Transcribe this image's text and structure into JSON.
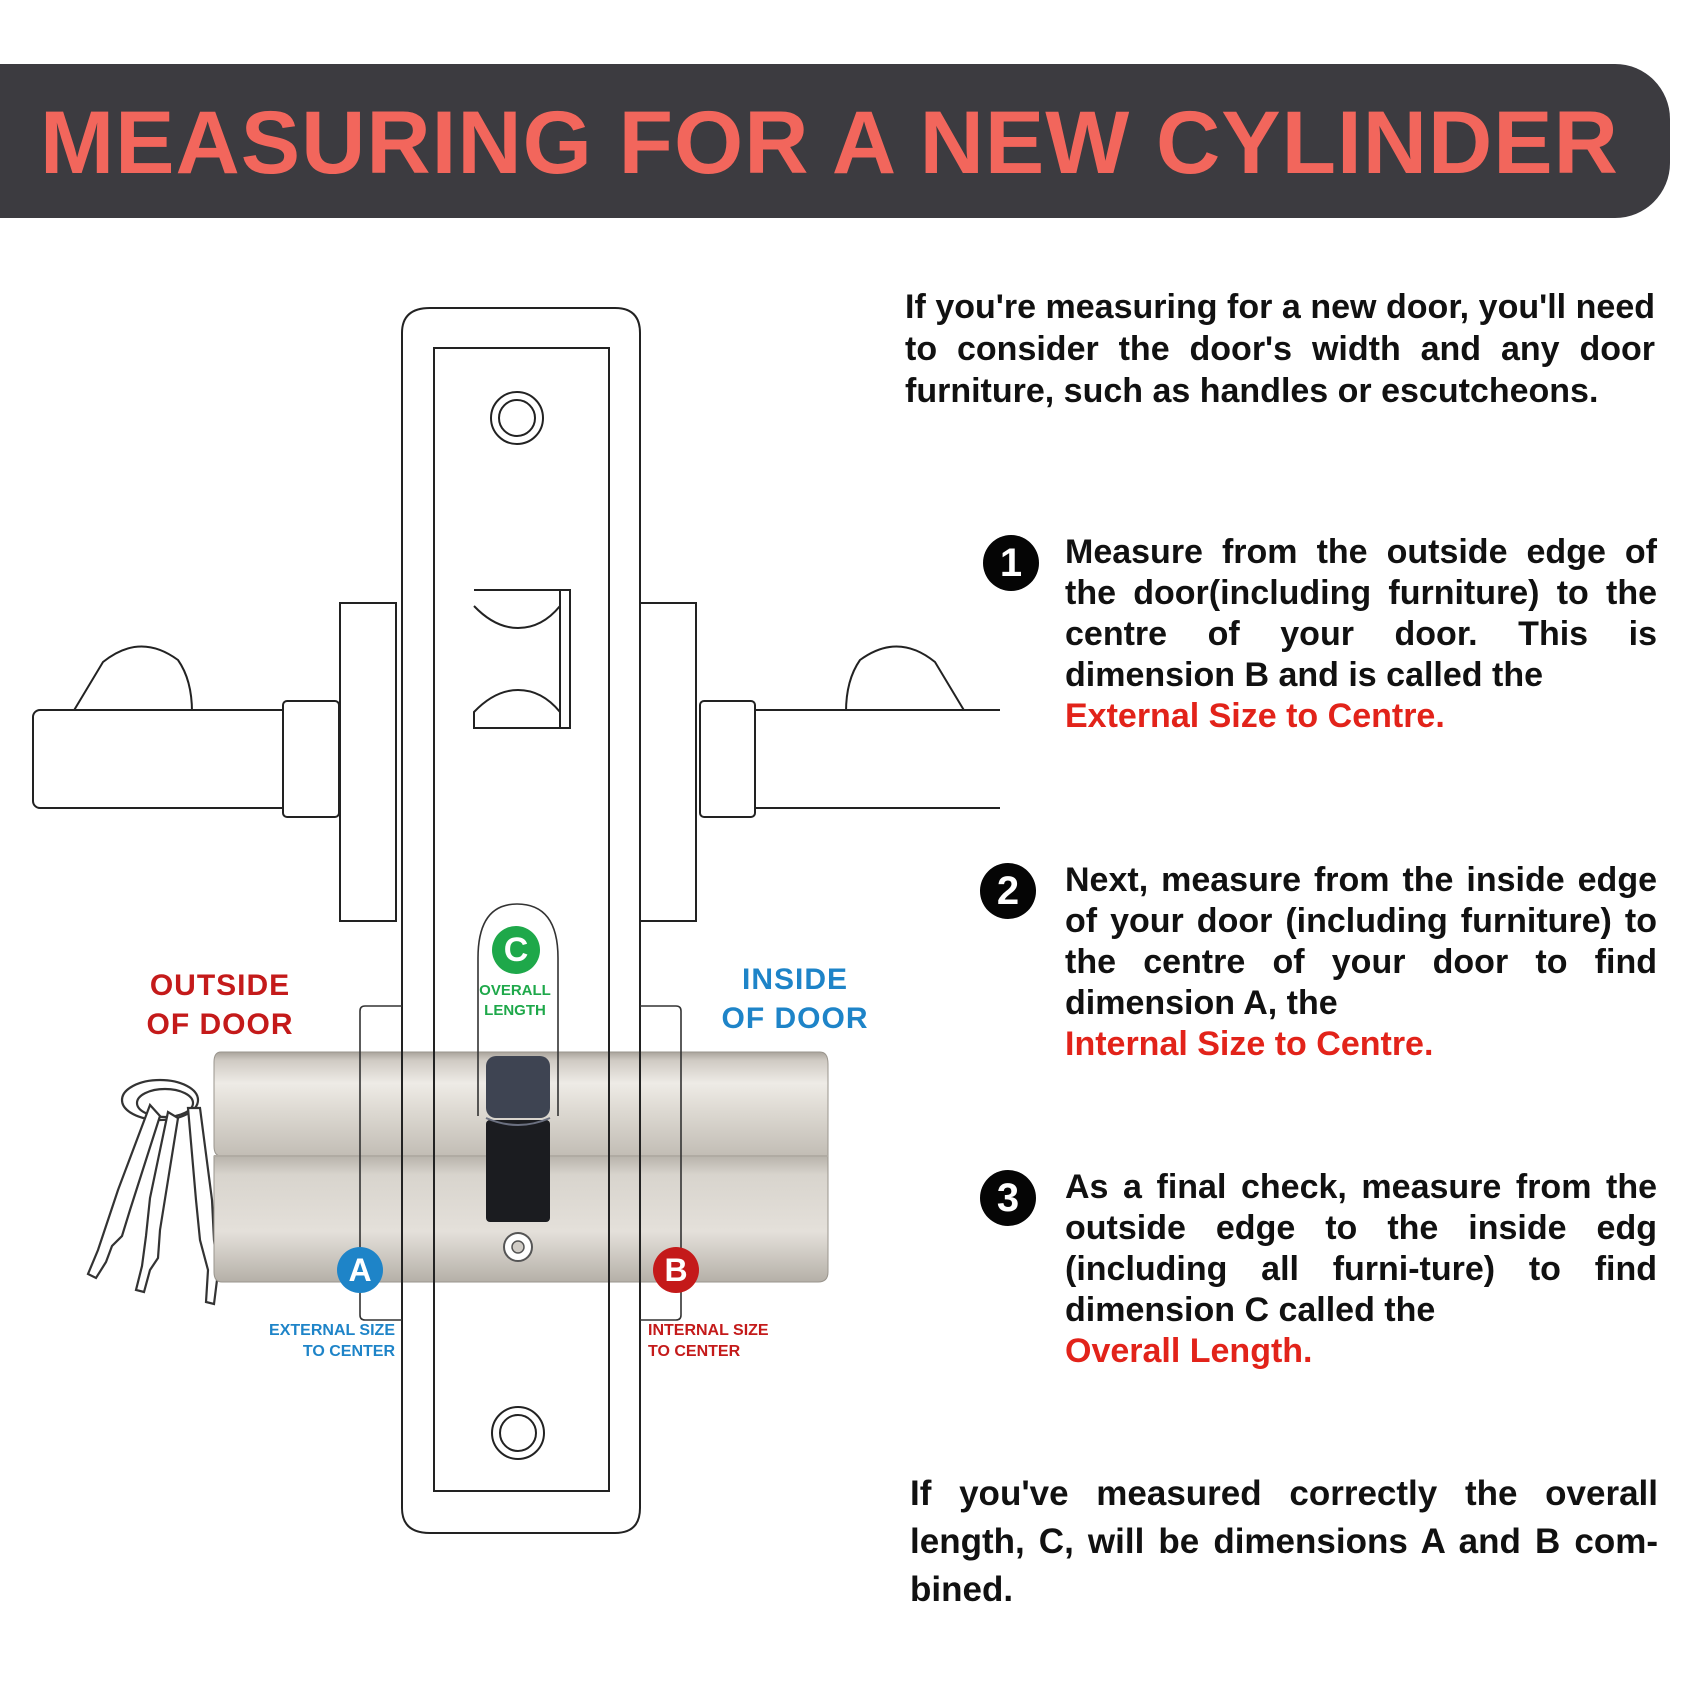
{
  "header": {
    "title": "MEASURING FOR A NEW CYLINDER"
  },
  "colors": {
    "banner_bg": "#3c3b40",
    "title": "#f2665c",
    "highlight_red": "#e2231a",
    "label_blue": "#1e84c8",
    "label_red": "#c41a1a",
    "label_green": "#1ea84a"
  },
  "intro": "If you're measuring for a new door, you'll need to consider the door's width and any door furniture, such as handles or escutcheons.",
  "steps": [
    {
      "number": "1",
      "text": "Measure from the outside edge of the door(including furniture) to the centre of your door. This is dimension B and is called the",
      "term": "External Size to Centre."
    },
    {
      "number": "2",
      "text": "Next, measure from the inside edge of your door (including furniture) to the centre of your door to find dimension A, the",
      "term": "Internal Size to Centre."
    },
    {
      "number": "3",
      "text": "As a final check, measure from the outside edge to the inside edg (including all furni-ture) to find dimension C called the",
      "term": "Overall Length."
    }
  ],
  "closing": "If you've measured correctly the overall length, C, will be dimensions A and B com- bined.",
  "diagram": {
    "outside_label": [
      "OUTSIDE",
      "OF DOOR"
    ],
    "inside_label": [
      "INSIDE",
      "OF DOOR"
    ],
    "badge_a": "A",
    "badge_b": "B",
    "badge_c": "C",
    "external_label": [
      "EXTERNAL SIZE",
      "TO CENTER"
    ],
    "internal_label": [
      "INTERNAL SIZE",
      "TO CENTER"
    ],
    "overall_label": [
      "OVERALL",
      "LENGTH"
    ]
  }
}
